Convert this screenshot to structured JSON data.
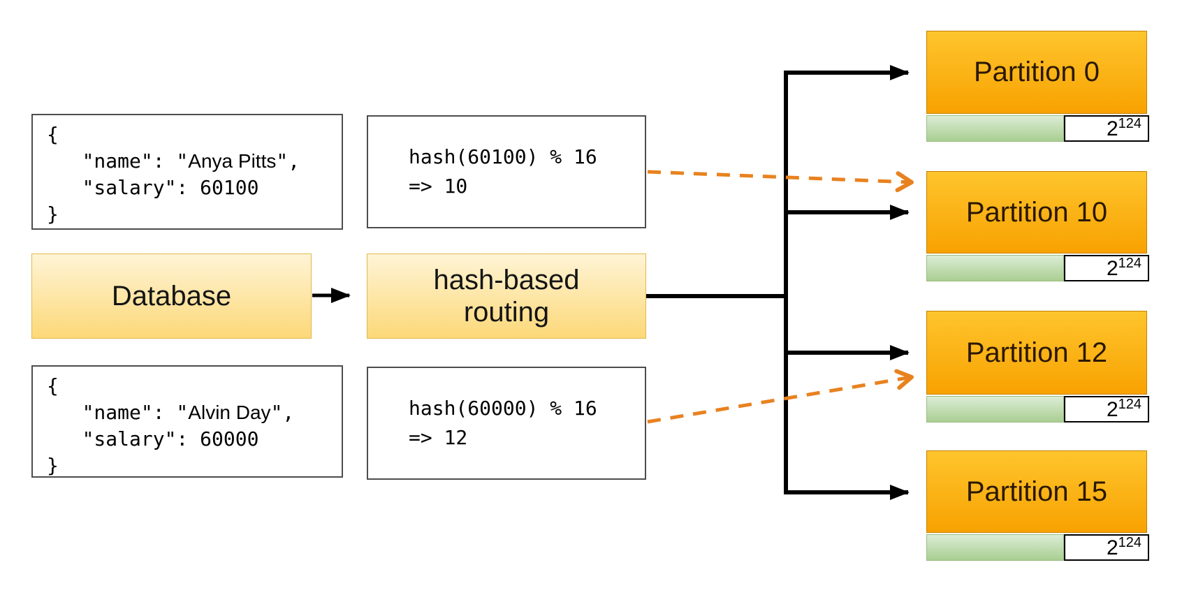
{
  "documents": [
    {
      "brace_open": "{",
      "name_prefix": "   \"name\": \"",
      "name_value": "Anya Pitts",
      "name_suffix": "\",",
      "salary_line": "   \"salary\": 60100",
      "brace_close": "}"
    },
    {
      "brace_open": "{",
      "name_prefix": "   \"name\": \"",
      "name_value": "Alvin Day",
      "name_suffix": "\",",
      "salary_line": "   \"salary\": 60000",
      "brace_close": "}"
    }
  ],
  "hash_steps": [
    {
      "expr": "hash(60100) % 16",
      "result": "=> 10"
    },
    {
      "expr": "hash(60000) % 16",
      "result": "=> 12"
    }
  ],
  "database": {
    "label": "Database"
  },
  "router": {
    "label_line1": "hash-based",
    "label_line2": "routing"
  },
  "partitions": [
    {
      "label": "Partition 0",
      "range_base": "2",
      "range_exp": "124"
    },
    {
      "label": "Partition 10",
      "range_base": "2",
      "range_exp": "124"
    },
    {
      "label": "Partition 12",
      "range_base": "2",
      "range_exp": "124"
    },
    {
      "label": "Partition 15",
      "range_base": "2",
      "range_exp": "124"
    }
  ],
  "colors": {
    "yellow_box_top": "#fef4d6",
    "yellow_box_bottom": "#fcd878",
    "orange_box_top": "#fec52d",
    "orange_box_bottom": "#f8a201",
    "green_bar_top": "#dcedd6",
    "green_bar_bottom": "#a9ce91",
    "solid_arrow": "#000000",
    "dashed_arrow": "#e8821f"
  }
}
